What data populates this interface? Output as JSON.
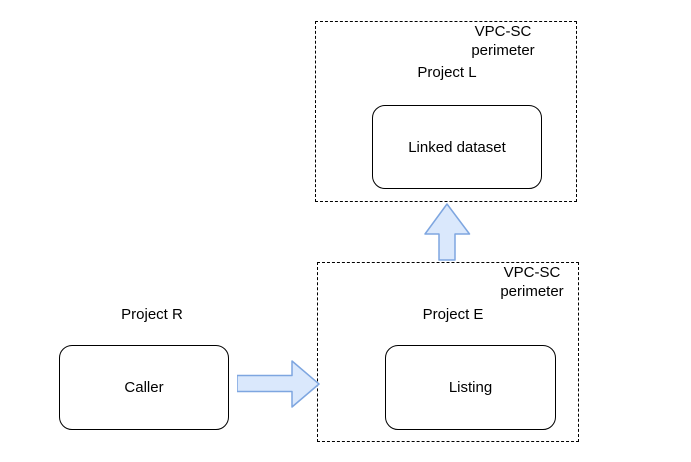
{
  "colors": {
    "background": "#ffffff",
    "line": "#000000",
    "arrow_fill": "#dae8fc",
    "arrow_stroke": "#7ea6e0"
  },
  "perimeters": {
    "top": {
      "title_line1": "VPC-SC",
      "title_line2": "perimeter",
      "project": "Project L",
      "node": "Linked dataset"
    },
    "bottom": {
      "title_line1": "VPC-SC",
      "title_line2": "perimeter",
      "project": "Project E",
      "node": "Listing"
    }
  },
  "external": {
    "project": "Project R",
    "node": "Caller"
  },
  "arrows": {
    "caller_to_listing": "right-block-arrow",
    "listing_to_linked_dataset": "up-block-arrow"
  }
}
